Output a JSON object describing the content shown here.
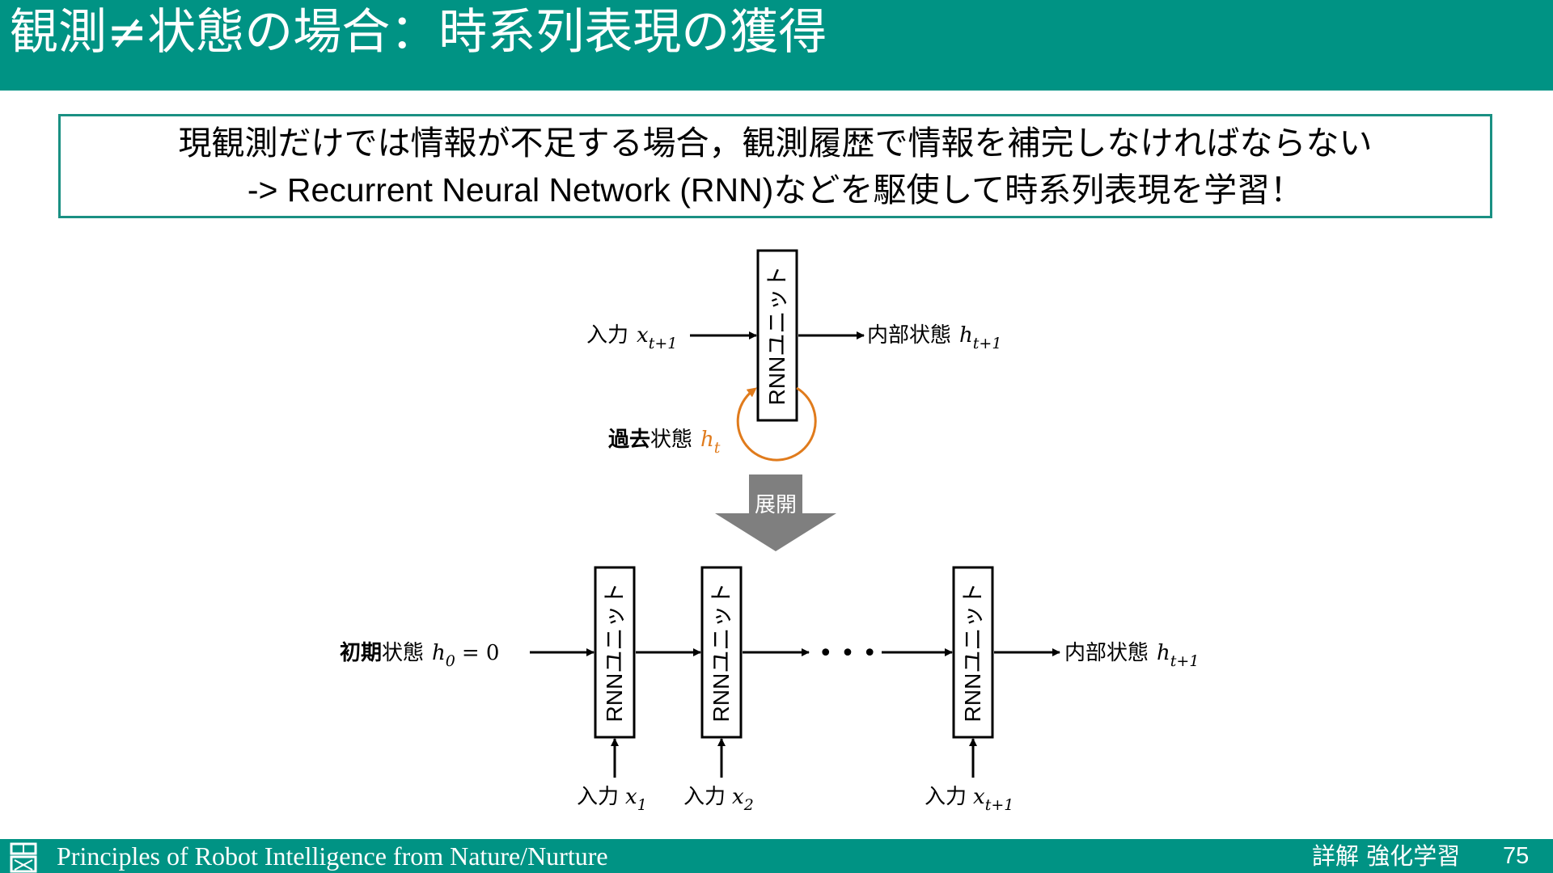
{
  "slide": {
    "title": "観測≠状態の場合：時系列表現の獲得"
  },
  "callout": {
    "line1": "現観測だけでは情報が不足する場合，観測履歴で情報を補完しなければならない",
    "line2_en": "-> Recurrent Neural Network (RNN)",
    "line2_ja": "などを駆使して時系列表現を学習！"
  },
  "diagram": {
    "rnn_unit_label": "RNNユニット",
    "top": {
      "input_label": "入力",
      "input_var": "x",
      "input_sub": "t+1",
      "output_label": "内部状態",
      "output_var": "h",
      "output_sub": "t+1",
      "past_bold": "過去",
      "past_rest": "状態",
      "past_var": "h",
      "past_sub": "t"
    },
    "unroll_label": "展開",
    "bottom": {
      "init_bold": "初期",
      "init_rest": "状態",
      "init_var": "h",
      "init_sub": "0",
      "init_eq": "= 0",
      "output_label": "内部状態",
      "output_var": "h",
      "output_sub": "t+1",
      "inputs": [
        {
          "label": "入力",
          "var": "x",
          "sub": "1"
        },
        {
          "label": "入力",
          "var": "x",
          "sub": "2"
        },
        {
          "label": "入力",
          "var": "x",
          "sub": "t+1"
        }
      ],
      "ellipsis": "• • •"
    },
    "colors": {
      "recurrent": "#e07b1c",
      "unroll_arrow": "#7f7f7f",
      "lines": "#000000"
    }
  },
  "footer": {
    "course": "Principles of Robot Intelligence from Nature/Nurture",
    "book": "詳解 強化学習",
    "page": "75"
  },
  "theme": {
    "accent": "#009384"
  }
}
